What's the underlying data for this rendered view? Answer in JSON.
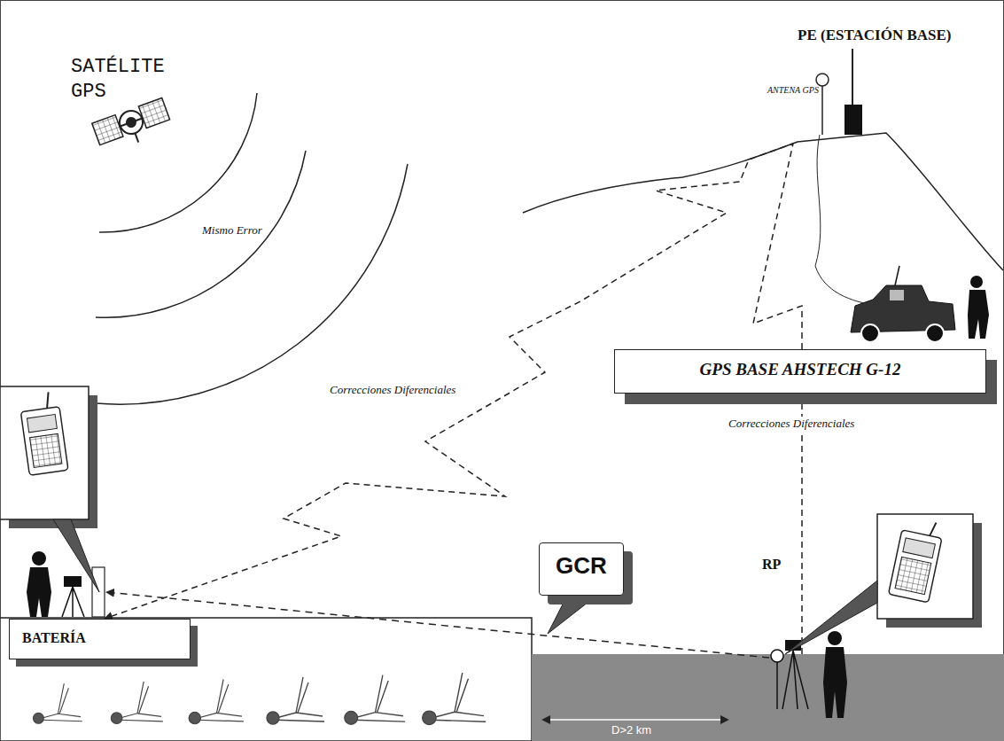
{
  "diagram": {
    "nodes": [
      {
        "text": [
          "GPS BASE AHSTECH G-12"
        ]
      },
      {
        "text": [
          "GCR"
        ]
      },
      {
        "text": [
          "BATERÍA"
        ]
      }
    ],
    "edges": [
      {
        "from": 0,
        "to": 2,
        "arrow": "to",
        "label": "Correcciones Diferenciales"
      }
    ],
    "labels": [
      "SATÉLITE GPS",
      "Mismo Error",
      "PE (ESTACIÓN BASE)",
      "ANTENA GPS",
      "Correcciones Diferenciales",
      "RP",
      "D>2 km"
    ]
  }
}
